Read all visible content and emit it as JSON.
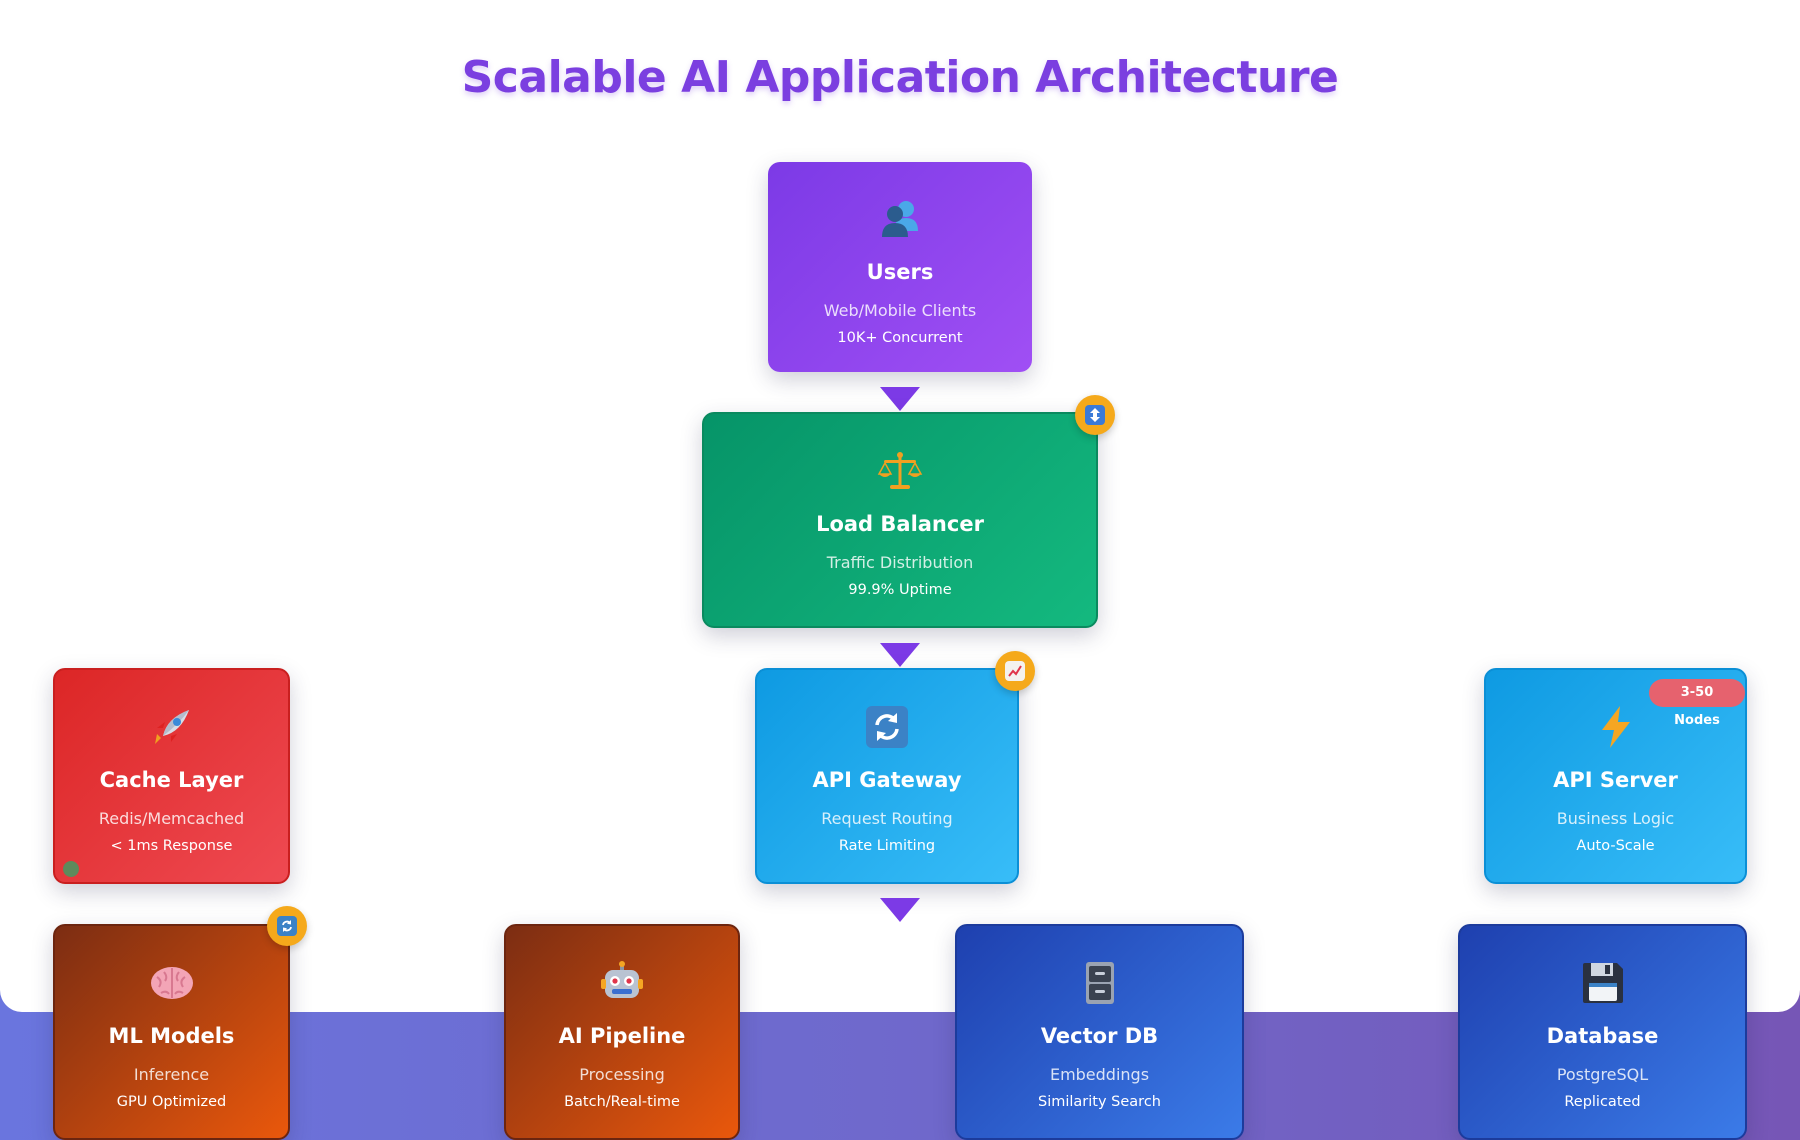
{
  "title": "Scalable AI Application Architecture",
  "colors": {
    "title": "#7b3fe0",
    "arrow": "#7c3ae6",
    "badge": "#f5a91b",
    "users": "#8b45ee",
    "load_balancer": "#0ea672",
    "cache": "#e53a3e",
    "api": "#22aaf0",
    "ai": "#b5440f",
    "data": "#2d5dd2"
  },
  "nodes": {
    "users": {
      "icon": "users-icon",
      "name": "Users",
      "sub": "Web/Mobile Clients",
      "detail": "10K+ Concurrent"
    },
    "load_balancer": {
      "icon": "balance-scale-icon",
      "name": "Load Balancer",
      "sub": "Traffic Distribution",
      "detail": "99.9% Uptime",
      "badge": "up-down-arrow-icon"
    },
    "cache": {
      "icon": "rocket-icon",
      "name": "Cache Layer",
      "sub": "Redis/Memcached",
      "detail": "< 1ms Response",
      "status": "status-dot-icon"
    },
    "api_gateway": {
      "icon": "refresh-icon",
      "name": "API Gateway",
      "sub": "Request Routing",
      "detail": "Rate Limiting",
      "badge": "chart-trend-icon"
    },
    "api_server": {
      "icon": "lightning-icon",
      "name": "API Server",
      "sub": "Business Logic",
      "detail": "Auto-Scale",
      "pill": "3-50 Nodes"
    },
    "ml_models": {
      "icon": "brain-icon",
      "name": "ML Models",
      "sub": "Inference",
      "detail": "GPU Optimized",
      "badge": "refresh-icon"
    },
    "ai_pipeline": {
      "icon": "robot-icon",
      "name": "AI Pipeline",
      "sub": "Processing",
      "detail": "Batch/Real-time"
    },
    "vector_db": {
      "icon": "file-cabinet-icon",
      "name": "Vector DB",
      "sub": "Embeddings",
      "detail": "Similarity Search"
    },
    "database": {
      "icon": "floppy-disk-icon",
      "name": "Database",
      "sub": "PostgreSQL",
      "detail": "Replicated"
    }
  }
}
